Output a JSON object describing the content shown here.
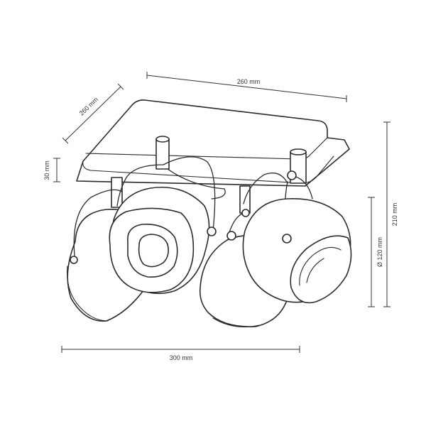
{
  "drawing": {
    "subject": "ceiling spotlight with four ball heads on square base",
    "line_color": "#333333"
  },
  "dimensions": {
    "base_width": "260 mm",
    "base_depth": "260 mm",
    "base_height": "30 mm",
    "total_height": "210 mm",
    "head_diameter": "Ø 120 mm",
    "total_width": "300 mm"
  }
}
